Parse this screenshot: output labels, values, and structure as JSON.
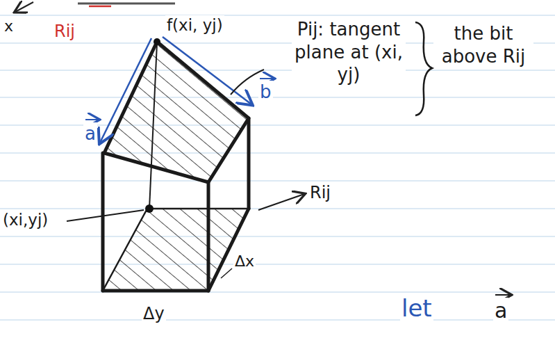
{
  "diagram": {
    "labels": [
      "x",
      "Rij",
      "f(xi, yj)",
      "a",
      "b",
      "Pij: tangent plane at (xi, yj)",
      "the bit above Rij",
      "(xi,yj)",
      "Rij",
      "Δx",
      "Δy",
      "let",
      "a"
    ]
  }
}
